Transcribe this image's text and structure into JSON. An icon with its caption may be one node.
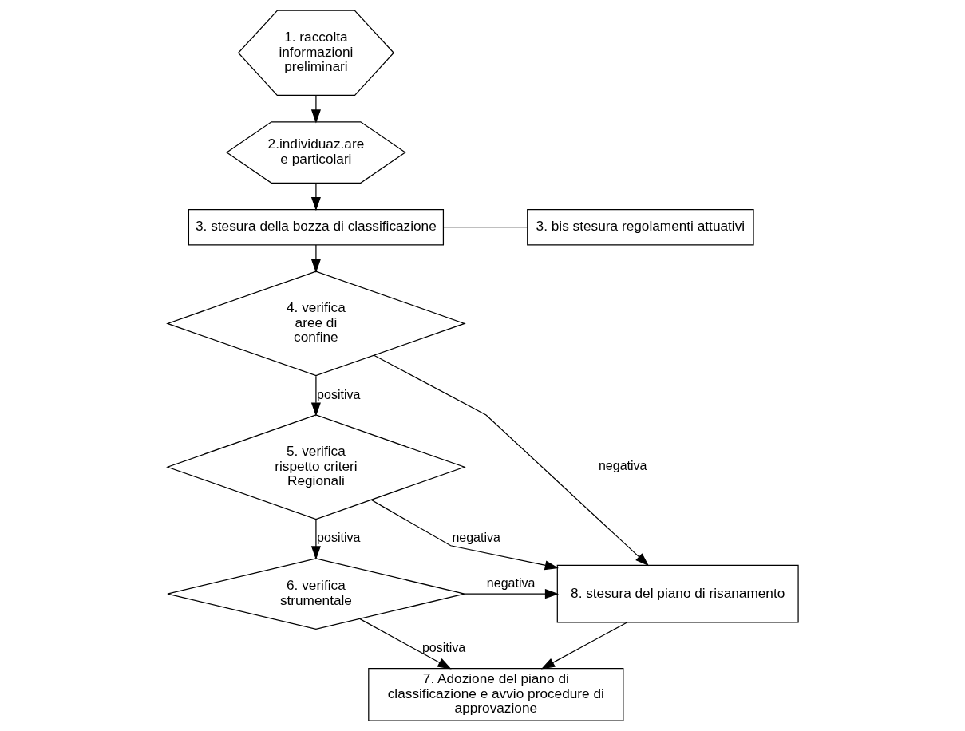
{
  "diagram": {
    "nodes": [
      {
        "text": [
          "1. raccolta informazioni preliminari"
        ]
      },
      {
        "text": [
          "2.individuaz.are e particolari"
        ]
      },
      {
        "text": [
          "3. stesura della bozza di classificazione"
        ]
      },
      {
        "text": [
          "3. bis stesura regolamenti attuativi"
        ]
      },
      {
        "text": [
          "4. verifica aree di confine"
        ]
      },
      {
        "text": [
          "5. verifica rispetto criteri Regionali"
        ]
      },
      {
        "text": [
          "6. verifica strumentale"
        ]
      },
      {
        "text": [
          "8. stesura del piano di risanamento"
        ]
      },
      {
        "text": [
          "7. Adozione del piano di classificazione e avvio procedure di approvazione"
        ]
      }
    ],
    "edges": [
      {
        "from": 0,
        "to": 1,
        "arrow": "to"
      },
      {
        "from": 1,
        "to": 2,
        "arrow": "to"
      },
      {
        "from": 2,
        "to": 3,
        "arrow": "none"
      },
      {
        "from": 2,
        "to": 4,
        "arrow": "to"
      },
      {
        "from": 4,
        "to": 5,
        "label": "positiva",
        "arrow": "to"
      },
      {
        "from": 5,
        "to": 6,
        "label": "positiva",
        "arrow": "to"
      },
      {
        "from": 6,
        "to": 8,
        "label": "positiva",
        "arrow": "to"
      },
      {
        "from": 4,
        "to": 7,
        "label": "negativa",
        "arrow": "to"
      },
      {
        "from": 5,
        "to": 7,
        "label": "negativa",
        "arrow": "to"
      },
      {
        "from": 6,
        "to": 7,
        "label": "negativa",
        "arrow": "to"
      },
      {
        "from": 7,
        "to": 8,
        "arrow": "to"
      }
    ]
  }
}
